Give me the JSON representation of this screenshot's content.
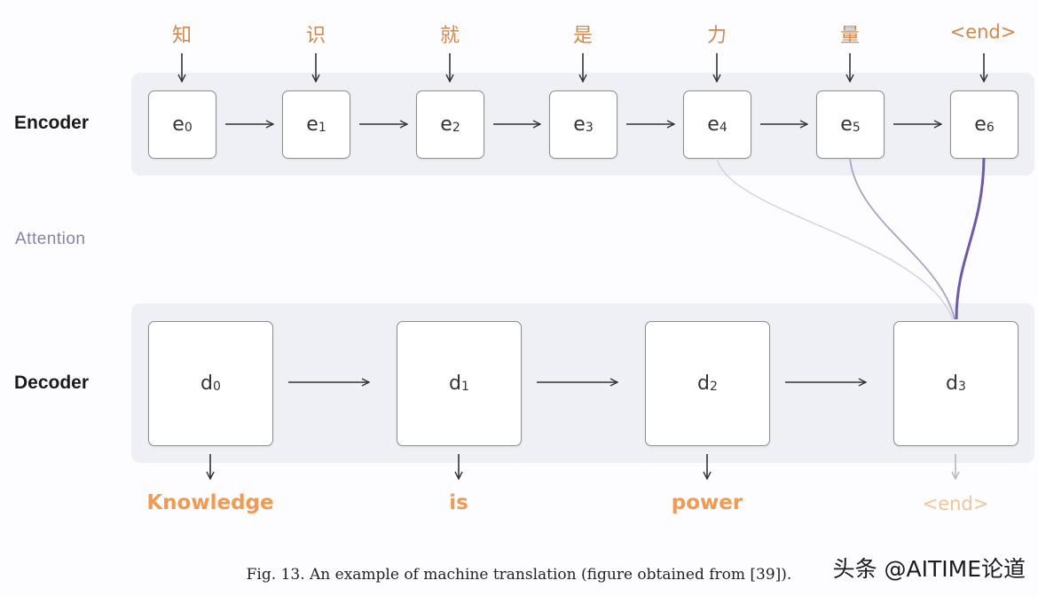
{
  "labels": {
    "encoder": "Encoder",
    "attention": "Attention",
    "decoder": "Decoder"
  },
  "source_tokens": [
    "知",
    "识",
    "就",
    "是",
    "力",
    "量",
    "<end>"
  ],
  "encoder_nodes": [
    {
      "base": "e",
      "sub": "0"
    },
    {
      "base": "e",
      "sub": "1"
    },
    {
      "base": "e",
      "sub": "2"
    },
    {
      "base": "e",
      "sub": "3"
    },
    {
      "base": "e",
      "sub": "4"
    },
    {
      "base": "e",
      "sub": "5"
    },
    {
      "base": "e",
      "sub": "6"
    }
  ],
  "decoder_nodes": [
    {
      "base": "d",
      "sub": "0"
    },
    {
      "base": "d",
      "sub": "1"
    },
    {
      "base": "d",
      "sub": "2"
    },
    {
      "base": "d",
      "sub": "3"
    }
  ],
  "output_tokens": [
    "Knowledge",
    "is",
    "power",
    "<end>"
  ],
  "caption": "Fig. 13.  An example of machine translation (figure obtained from [39]).",
  "watermark": "头条 @AITIME论道",
  "colors": {
    "source_token": "#d08a4e",
    "output_token": "#f09a52",
    "attention_strong": "#6f5aa8",
    "attention_weak": "#c9c2dc"
  }
}
